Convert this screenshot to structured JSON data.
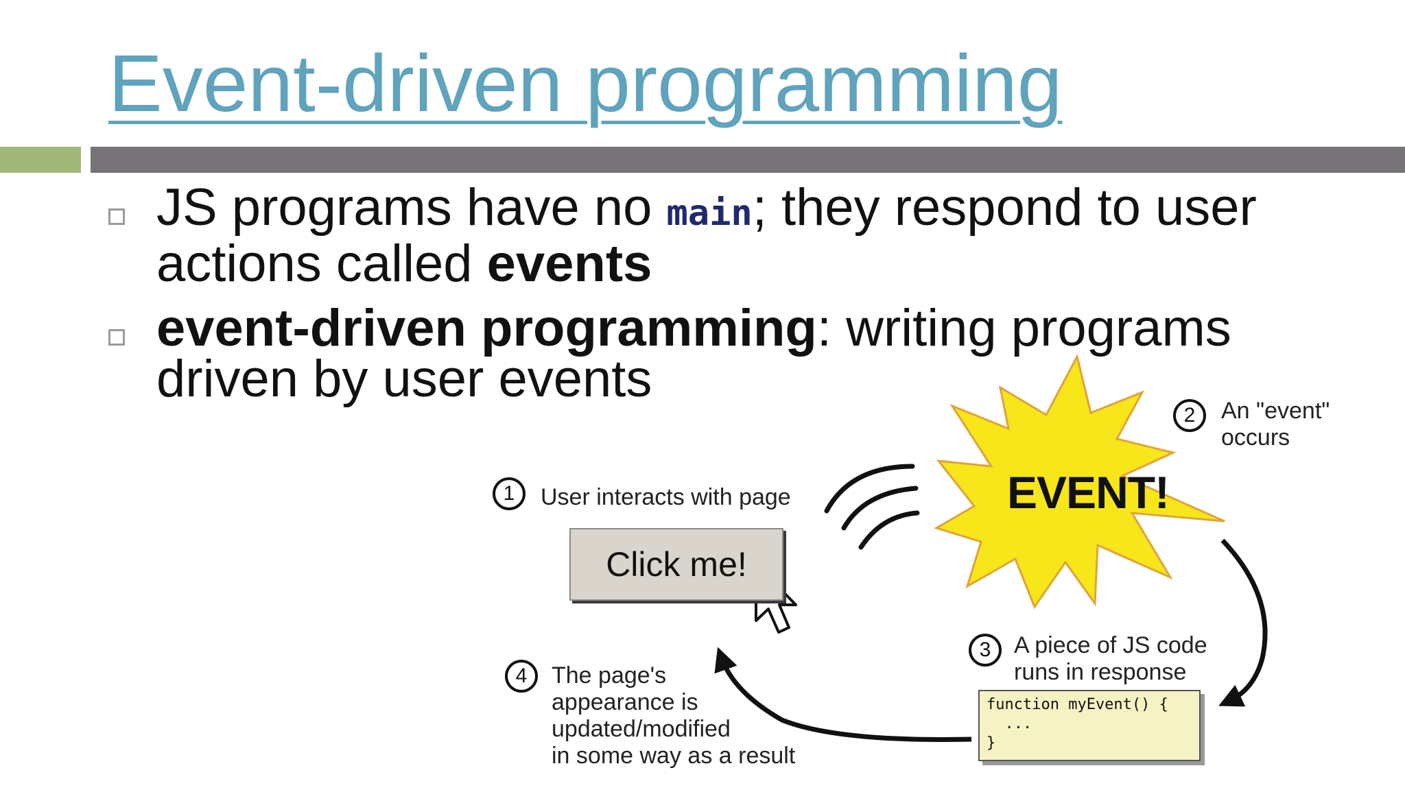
{
  "slide": {
    "title": "Event-driven programming",
    "bullets": [
      {
        "line1_pre": "JS programs have no ",
        "line1_code": "main",
        "line1_post": "; they respond to user",
        "line2_pre": "actions called ",
        "line2_bold": "events"
      },
      {
        "line1_bold": "event-driven programming",
        "line1_post": ": writing programs",
        "line2": "driven by user events"
      }
    ]
  },
  "diagram": {
    "step1": {
      "num": "1",
      "label": "User interacts with page"
    },
    "button_label": "Click me!",
    "event_label": "EVENT!",
    "step2": {
      "num": "2",
      "line1": "An \"event\"",
      "line2": "occurs"
    },
    "step3": {
      "num": "3",
      "line1": "A piece of JS code",
      "line2": "runs in response"
    },
    "code": {
      "line1": "function myEvent() {",
      "line2": "  ...",
      "line3": "}"
    },
    "step4": {
      "num": "4",
      "line1": "The page's",
      "line2": "appearance is",
      "line3": "updated/modified",
      "line4": "in some way as a result"
    }
  },
  "colors": {
    "title": "#5fa3bd",
    "accent_green": "#a3b779",
    "bar_gray": "#767476",
    "starburst": "#f7e619",
    "code_box": "#f5f2c4"
  }
}
